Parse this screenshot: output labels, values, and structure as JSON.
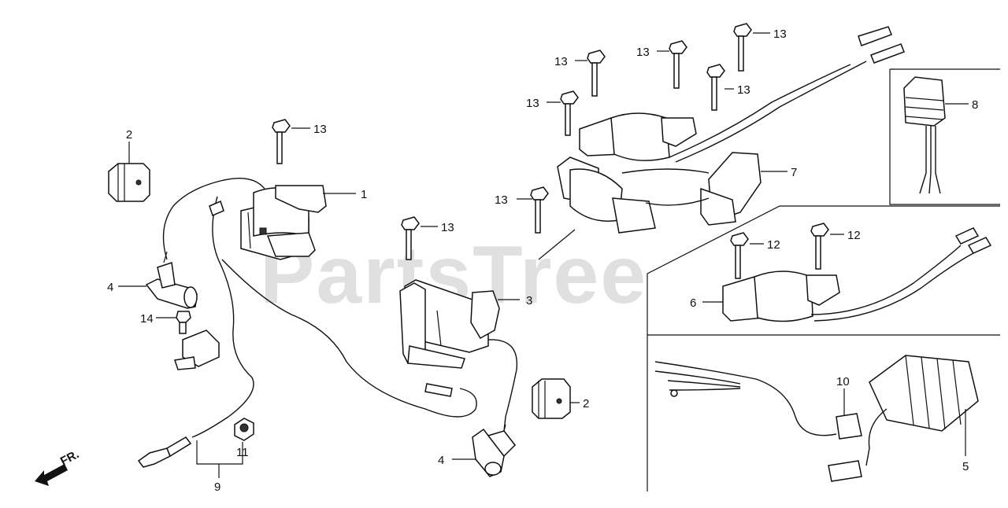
{
  "watermark": "PartsTree",
  "front_indicator": "FR.",
  "callouts": {
    "c1": "1",
    "c2a": "2",
    "c2b": "2",
    "c3": "3",
    "c4a": "4",
    "c4b": "4",
    "c5": "5",
    "c6": "6",
    "c7": "7",
    "c8": "8",
    "c9": "9",
    "c10": "10",
    "c11": "11",
    "c12a": "12",
    "c12b": "12",
    "c13a": "13",
    "c13b": "13",
    "c13c": "13",
    "c13d": "13",
    "c13e": "13",
    "c13f": "13",
    "c13g": "13",
    "c13h": "13",
    "c14": "14"
  }
}
